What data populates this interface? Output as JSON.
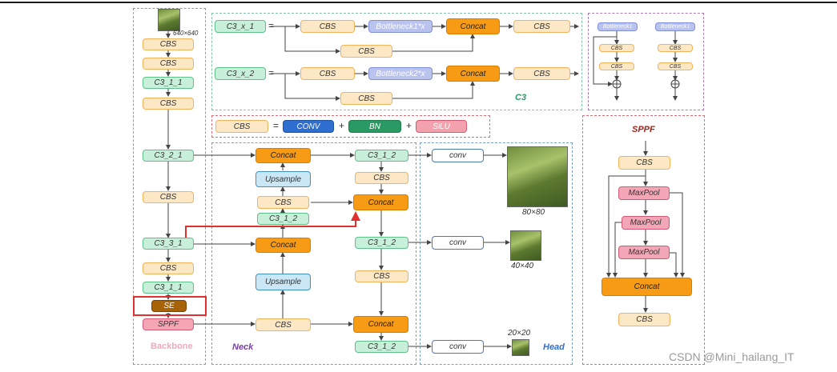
{
  "backbone": {
    "input_size": "640×640",
    "blocks": [
      "CBS",
      "CBS",
      "C3_1_1",
      "CBS",
      "C3_2_1",
      "CBS",
      "C3_3_1",
      "CBS",
      "C3_1_1",
      "SE",
      "SPPF"
    ],
    "label": "Backbone"
  },
  "c3_section": {
    "row1": {
      "name": "C3_x_1",
      "cbs": "CBS",
      "bottleneck": "Bottleneck1*x",
      "concat": "Concat",
      "cbs_out": "CBS",
      "cbs_skip": "CBS"
    },
    "row2": {
      "name": "C3_x_2",
      "cbs": "CBS",
      "bottleneck": "Bottleneck2*x",
      "concat": "Concat",
      "cbs_out": "CBS",
      "cbs_skip": "CBS"
    },
    "equals": "=",
    "label": "C3"
  },
  "bottleneck_section": {
    "b1": {
      "title": "Bottleneck1",
      "cbs1": "CBS",
      "cbs2": "CBS"
    },
    "b2": {
      "title": "Bottleneck1",
      "cbs1": "CBS",
      "cbs2": "CBS"
    }
  },
  "legend": {
    "cbs": "CBS",
    "equals": "=",
    "conv": "CONV",
    "plus1": "+",
    "bn": "BN",
    "plus2": "+",
    "silu": "SiLU"
  },
  "neck": {
    "concat1": "Concat",
    "upsample1": "Upsample",
    "cbs1": "CBS",
    "c3_1": "C3_1_2",
    "concat2": "Concat",
    "upsample2": "Upsample",
    "cbs2": "CBS",
    "label": "Neck"
  },
  "neck2": {
    "c3_a": "C3_1_2",
    "cbs_a": "CBS",
    "concat_a": "Concat",
    "c3_b": "C3_1_2",
    "cbs_b": "CBS",
    "concat_b": "Concat",
    "c3_c": "C3_1_2"
  },
  "head": {
    "conv1": "conv",
    "conv2": "conv",
    "conv3": "conv",
    "size1": "80×80",
    "size2": "40×40",
    "size3": "20×20",
    "label": "Head"
  },
  "sppf": {
    "title": "SPPF",
    "cbs_in": "CBS",
    "maxpool1": "MaxPool",
    "maxpool2": "MaxPool",
    "maxpool3": "MaxPool",
    "concat": "Concat",
    "cbs_out": "CBS"
  },
  "watermark": "CSDN @Mini_hailang_IT",
  "colors": {
    "cbs": "#fde8c6",
    "c3": "#c8efd9",
    "concat": "#f79a14",
    "upsample": "#c9e7f5",
    "maxpool": "#f3a7b6",
    "highlight": "#e03030",
    "se": "#a66307"
  }
}
